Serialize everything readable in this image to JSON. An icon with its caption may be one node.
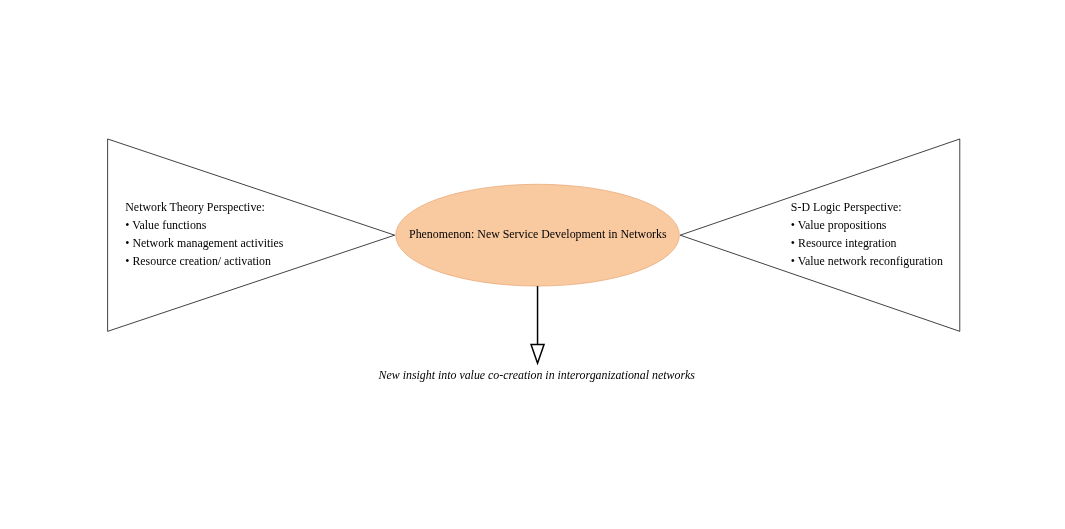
{
  "diagram": {
    "nodes": [
      {
        "text": [
          "Network Theory Perspective:",
          "• Value functions",
          "• Network management activities",
          "• Resource creation/ activation"
        ]
      },
      {
        "text": [
          "Phenomenon: New Service Development in Networks"
        ]
      },
      {
        "text": [
          "S-D Logic Perspective:",
          "• Value propositions",
          "• Resource integration",
          "• Value network reconfiguration"
        ]
      },
      {
        "text": [
          "New insight into value co-creation in interorganizational networks"
        ]
      }
    ],
    "edges": [
      {
        "from": 1,
        "to": 3,
        "arrow": "to"
      }
    ]
  }
}
